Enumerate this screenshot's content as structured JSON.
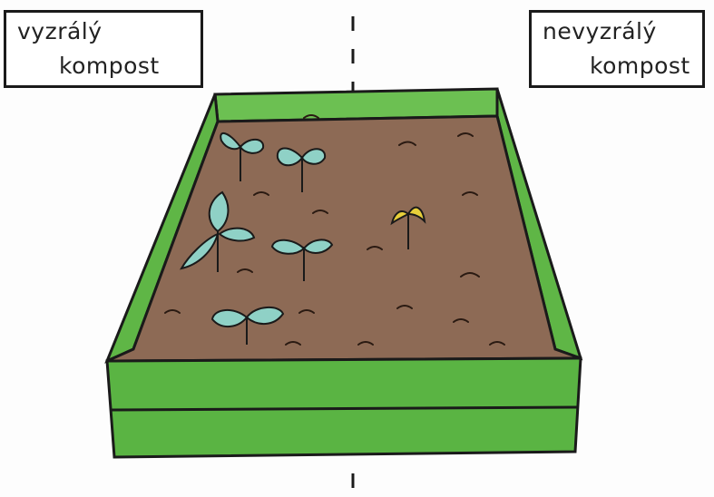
{
  "labels": {
    "left": {
      "line1": "vyzrálý",
      "line2": "kompost"
    },
    "right": {
      "line1": "nevyzrálý",
      "line2": "kompost"
    }
  },
  "colors": {
    "soil": "#8d6a55",
    "box_green": "#5bb543",
    "leaf": "#8fd1c6",
    "yellow_sprout": "#e7cf3a",
    "outline": "#1a1a1a"
  }
}
